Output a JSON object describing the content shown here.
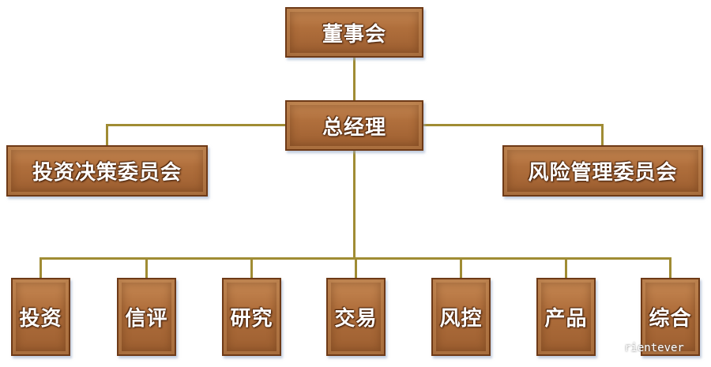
{
  "chart": {
    "top": "董事会",
    "gm": "总经理",
    "left_committee": "投资决策委员会",
    "right_committee": "风险管理委员会",
    "departments": [
      "投资",
      "信评",
      "研究",
      "交易",
      "风控",
      "产品",
      "综合"
    ]
  },
  "watermark": "rientever",
  "colors": {
    "box": "#b06f3c",
    "border": "#6e3a17",
    "line": "#a08c34"
  }
}
